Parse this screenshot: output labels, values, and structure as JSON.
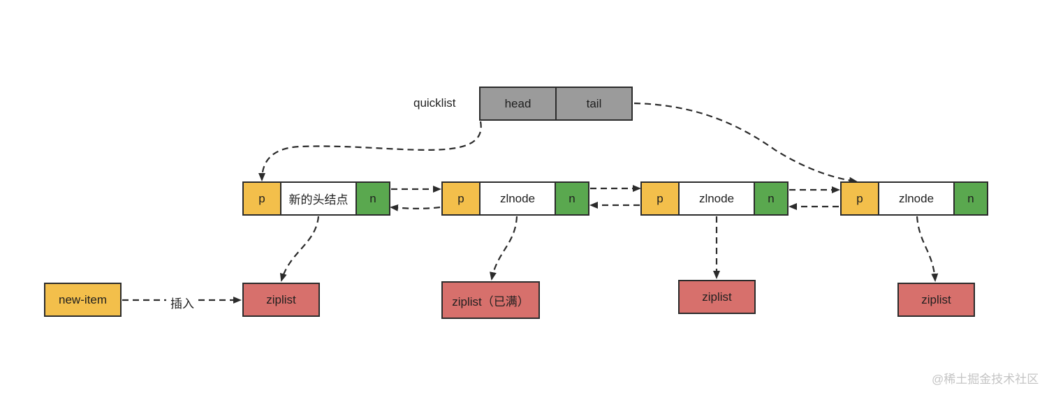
{
  "quicklist": {
    "label": "quicklist",
    "head": "head",
    "tail": "tail"
  },
  "nodes": [
    {
      "p": "p",
      "name": "新的头结点",
      "n": "n",
      "ziplist": "ziplist"
    },
    {
      "p": "p",
      "name": "zlnode",
      "n": "n",
      "ziplist": "ziplist（已满）"
    },
    {
      "p": "p",
      "name": "zlnode",
      "n": "n",
      "ziplist": "ziplist"
    },
    {
      "p": "p",
      "name": "zlnode",
      "n": "n",
      "ziplist": "ziplist"
    }
  ],
  "new_item": {
    "label": "new-item",
    "edge_label": "插入"
  },
  "watermark": "@稀土掘金技术社区",
  "colors": {
    "quicklist": "#9b9b9b",
    "pointer": "#f3bf4b",
    "next": "#5aa84f",
    "ziplist": "#d7706c",
    "edge": "#2b2b2b"
  }
}
